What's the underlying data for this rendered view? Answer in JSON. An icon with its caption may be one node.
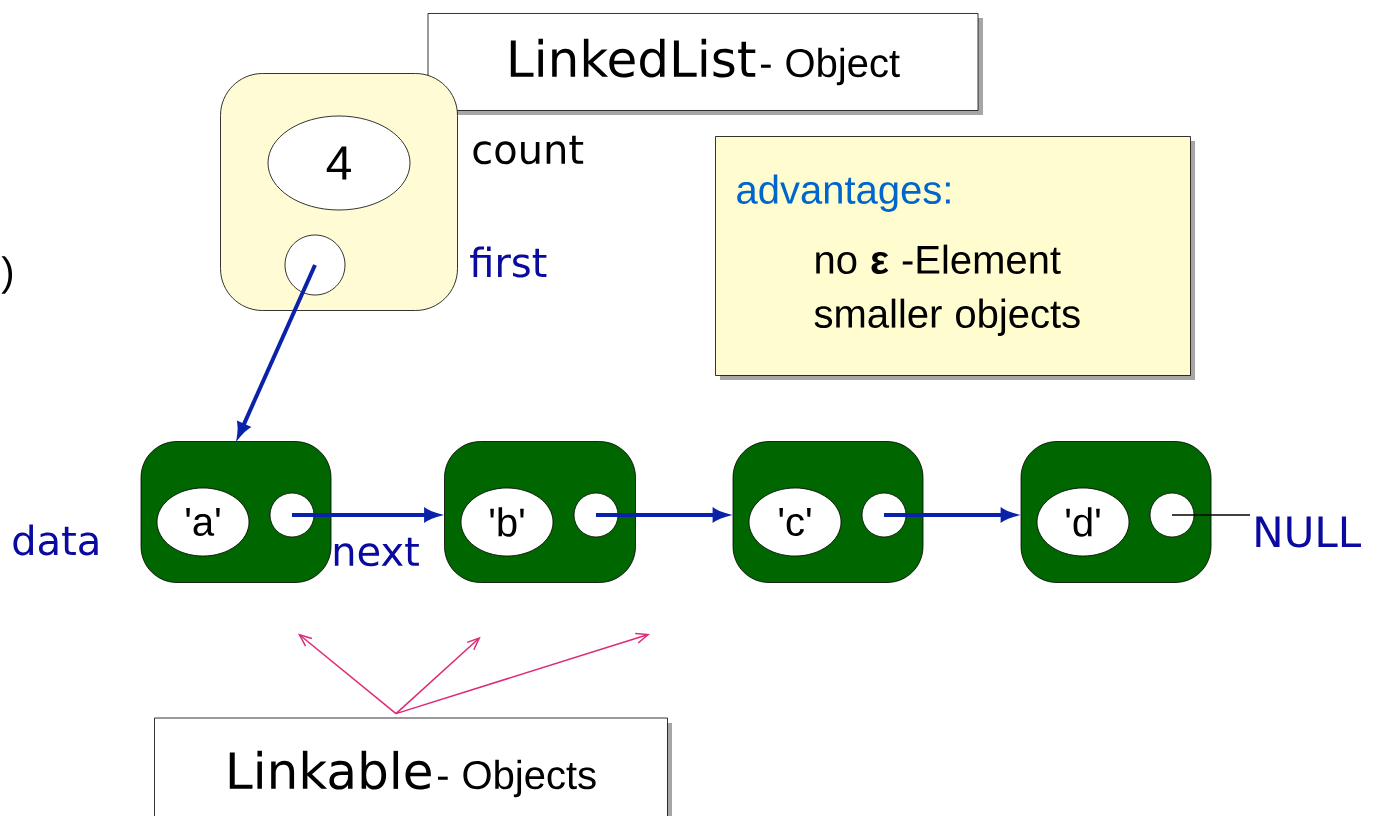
{
  "diagram": {
    "nodes": [
      {
        "text": [
          "LinkedList",
          "- Object"
        ]
      },
      {
        "text": [],
        "shape": "box"
      },
      {
        "text": [
          "4"
        ],
        "in": 1
      },
      {
        "text": [],
        "shape": "circle",
        "in": 1
      },
      {
        "text": [
          "advantages:",
          "no **ε** -Element",
          "smaller objects"
        ]
      },
      {
        "text": [],
        "shape": "box"
      },
      {
        "text": [
          "'a'"
        ],
        "in": 5,
        "beside": [
          "data"
        ]
      },
      {
        "text": [],
        "shape": "circle",
        "in": 5,
        "beside": [
          "next"
        ]
      },
      {
        "text": [],
        "shape": "box"
      },
      {
        "text": [
          "'b'"
        ],
        "in": 8
      },
      {
        "text": [],
        "shape": "circle",
        "in": 8
      },
      {
        "text": [],
        "shape": "box"
      },
      {
        "text": [
          "'c'"
        ],
        "in": 11
      },
      {
        "text": [],
        "shape": "circle",
        "in": 11
      },
      {
        "text": [],
        "shape": "box"
      },
      {
        "text": [
          "'d'"
        ],
        "in": 14
      },
      {
        "text": [],
        "shape": "circle",
        "in": 14
      },
      {
        "text": [
          "NULL"
        ]
      },
      {
        "text": [
          "Linkable",
          "- Objects"
        ]
      }
    ],
    "edges": [
      {
        "from": 3,
        "to": 5,
        "arrow": "to",
        "style": "thick"
      },
      {
        "from": 7,
        "to": 8,
        "arrow": "to",
        "style": "thick"
      },
      {
        "from": 10,
        "to": 11,
        "arrow": "to",
        "style": "thick"
      },
      {
        "from": 13,
        "to": 14,
        "arrow": "to",
        "style": "thick"
      },
      {
        "from": 16,
        "to": 17,
        "arrow": "none",
        "color": "#000000"
      },
      {
        "from": 18,
        "to": 5,
        "arrow": "to",
        "color": "#dd2a77"
      },
      {
        "from": 18,
        "to": 8,
        "arrow": "to",
        "color": "#dd2a77"
      },
      {
        "from": 18,
        "to": null,
        "arrow": "to",
        "color": "#dd2a77"
      }
    ],
    "labels": [
      "count",
      "first",
      ")"
    ]
  }
}
